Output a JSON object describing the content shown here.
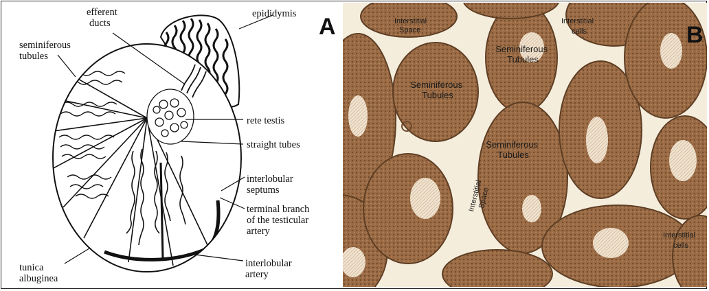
{
  "panel_a": {
    "letter": "A",
    "labels": {
      "efferent_ducts": [
        "efferent",
        "ducts"
      ],
      "epididymis": "epididymis",
      "seminiferous_tubules": [
        "seminiferous",
        "tubules"
      ],
      "rete_testis": "rete testis",
      "straight_tubes": "straight tubes",
      "interlobular_septums": [
        "interlobular",
        "septums"
      ],
      "terminal_branch": [
        "terminal branch",
        "of the testicular",
        "artery"
      ],
      "tunica_albuginea": [
        "tunica",
        "albuginea"
      ],
      "interlobular_artery": [
        "interlobular",
        "artery"
      ]
    }
  },
  "panel_b": {
    "letter": "B",
    "labels": {
      "interstitial_space_top": [
        "Interstitial",
        "Space"
      ],
      "interstitial_cells_top": [
        "Interstitial",
        "cells"
      ],
      "seminiferous_1": [
        "Seminiferous",
        "Tubules"
      ],
      "seminiferous_2": [
        "Seminiferous",
        "Tubules"
      ],
      "seminiferous_3": [
        "Seminiferous",
        "Tubules"
      ],
      "interstitial_space_mid": [
        "Interstitial",
        "Space"
      ],
      "interstitial_cells_bottom": [
        "Interstitial",
        "cells"
      ]
    }
  },
  "colors": {
    "tissue": "#9a6b45",
    "tissue_dark": "#7d5535",
    "lumen": "#f1e6d6",
    "background": "#f5eddc"
  }
}
